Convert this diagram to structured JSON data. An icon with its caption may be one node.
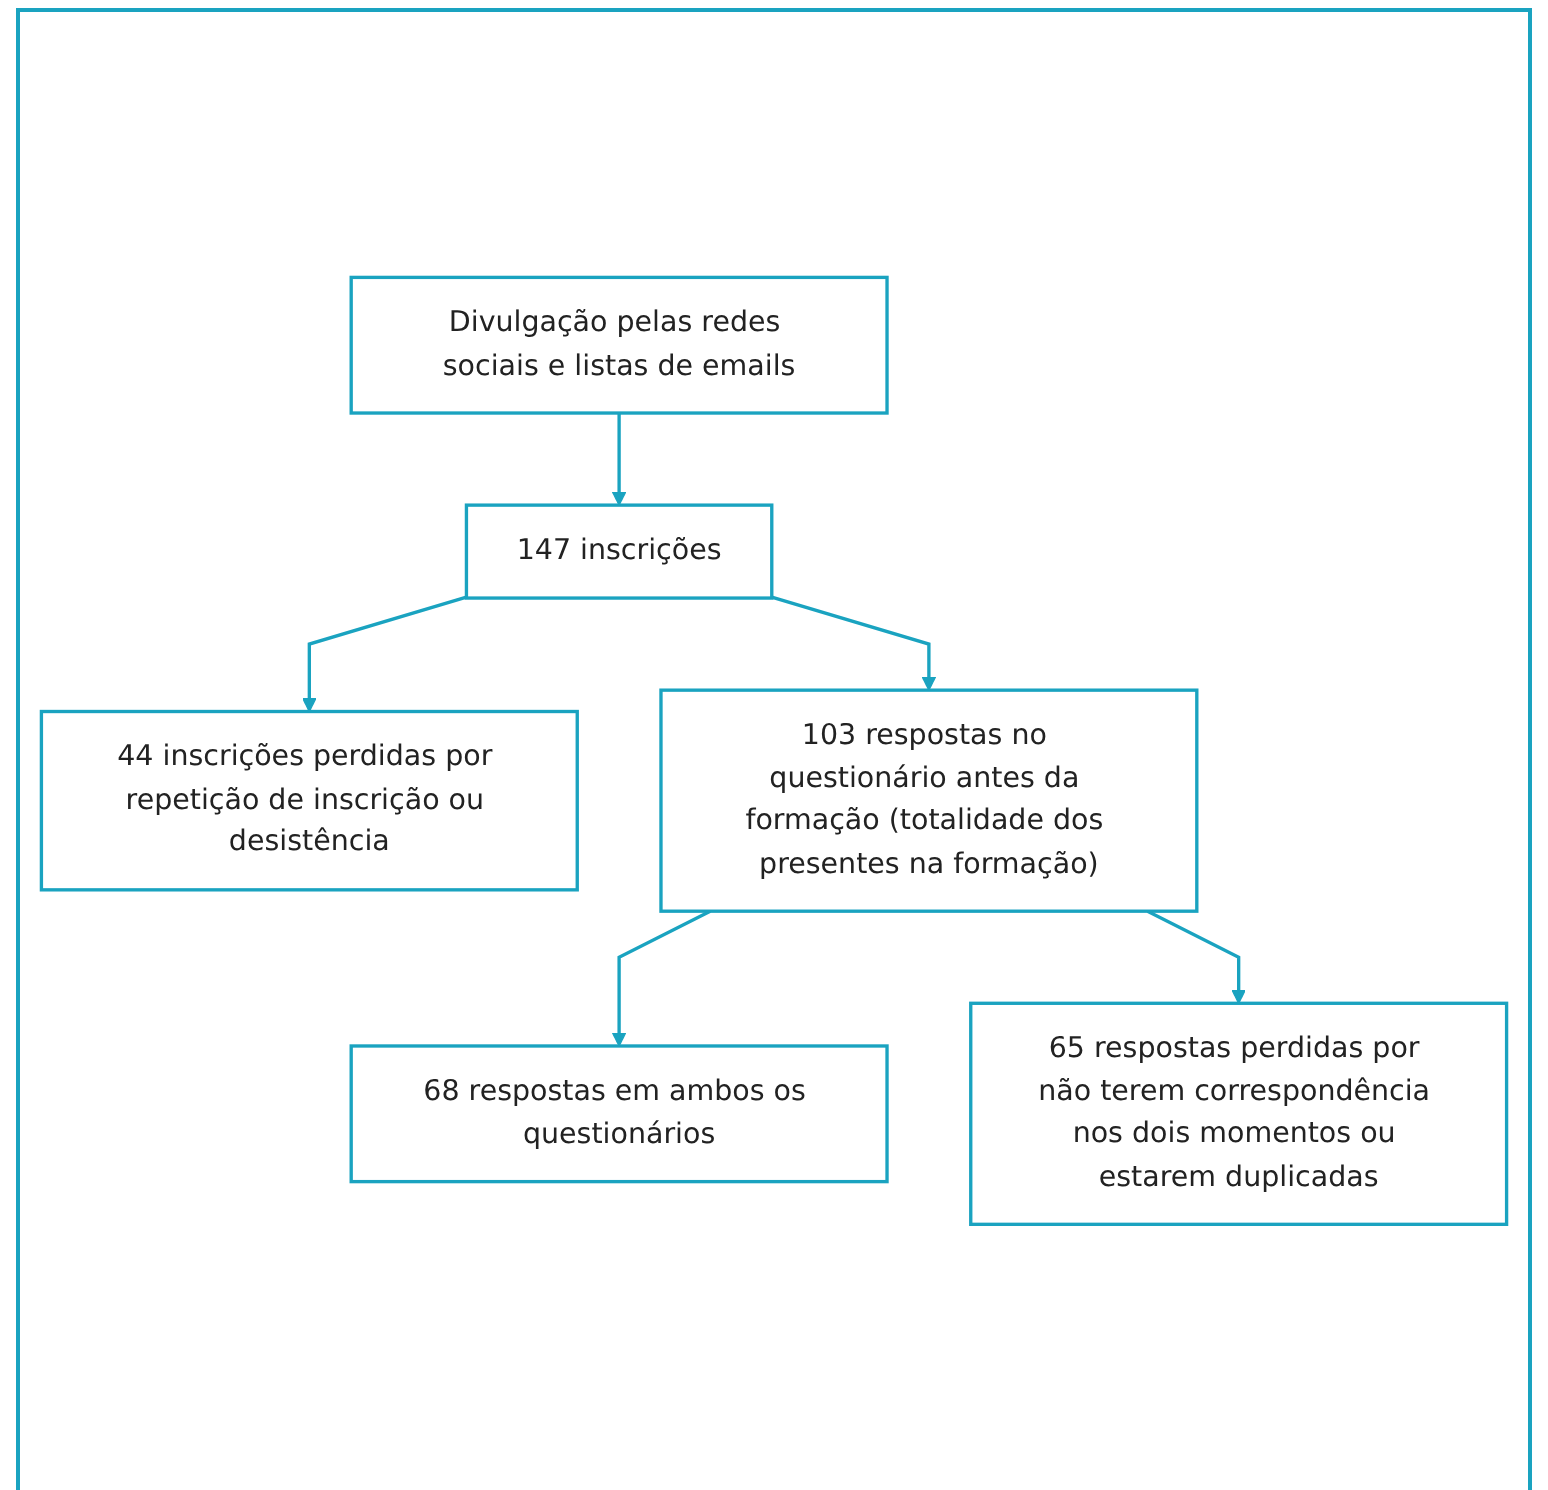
{
  "diagram": {
    "nodes": [
      {
        "text": [
          "Divulgação pelas redes sociais e listas de emails"
        ]
      },
      {
        "text": [
          "147 inscrições"
        ]
      },
      {
        "text": [
          "44 inscrições perdidas por repetição de inscrição ou desistência"
        ]
      },
      {
        "text": [
          "103 respostas no questionário antes da formação (totalidade dos presentes na formação)"
        ]
      },
      {
        "text": [
          "65 respostas perdidas por não terem correspondência nos dois momentos ou estarem duplicadas"
        ]
      },
      {
        "text": [
          "68 respostas em ambos os questionários"
        ]
      }
    ],
    "edges": [
      {
        "from": 0,
        "to": 1,
        "arrow": "to"
      },
      {
        "from": 1,
        "to": 3,
        "arrow": "to"
      },
      {
        "from": 1,
        "to": 2,
        "arrow": "to"
      },
      {
        "from": 3,
        "to": 5,
        "arrow": "to"
      },
      {
        "from": 3,
        "to": 4,
        "arrow": "to"
      }
    ]
  }
}
